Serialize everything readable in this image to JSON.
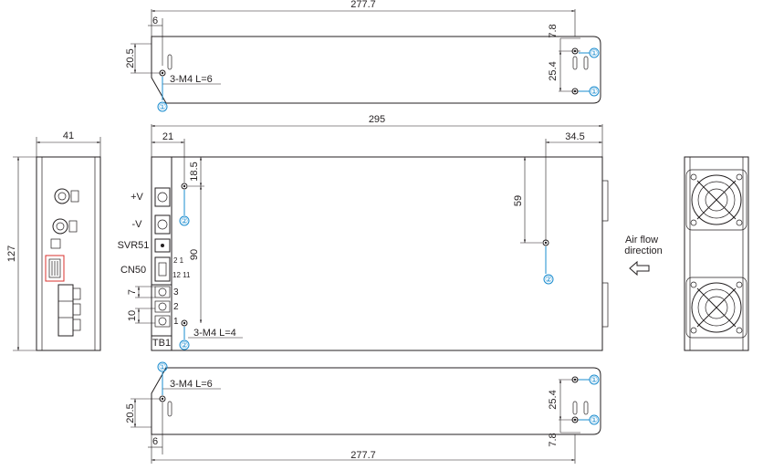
{
  "top_view": {
    "length": "277.7",
    "offset": "6",
    "height": "20.5",
    "hole_edge": "7.8",
    "hole_pitch": "25.4",
    "screw": "3-M4  L=6",
    "marker": "①"
  },
  "front_view": {
    "length": "295",
    "offset_21": "21",
    "offset_34_5": "34.5",
    "v_18_5": "18.5",
    "v_59": "59",
    "v_90": "90",
    "v_7": "7",
    "v_10": "10",
    "screw": "3-M4  L=4",
    "marker": "②",
    "labels": {
      "pos_v": "+V",
      "neg_v": "-V",
      "svr": "SVR51",
      "cn": "CN50",
      "tb": "TB1",
      "pin_2_1": "2 1",
      "pin_12_11": "12 11",
      "t3": "3",
      "t2": "2",
      "t1": "1"
    }
  },
  "side_view": {
    "width": "41",
    "height": "127"
  },
  "bottom_view": {
    "length": "277.7",
    "offset": "6",
    "height": "20.5",
    "hole_edge": "7.8",
    "hole_pitch": "25.4",
    "screw": "3-M4  L=6",
    "marker": "①"
  },
  "airflow": {
    "line1": "Air flow",
    "line2": "direction"
  }
}
